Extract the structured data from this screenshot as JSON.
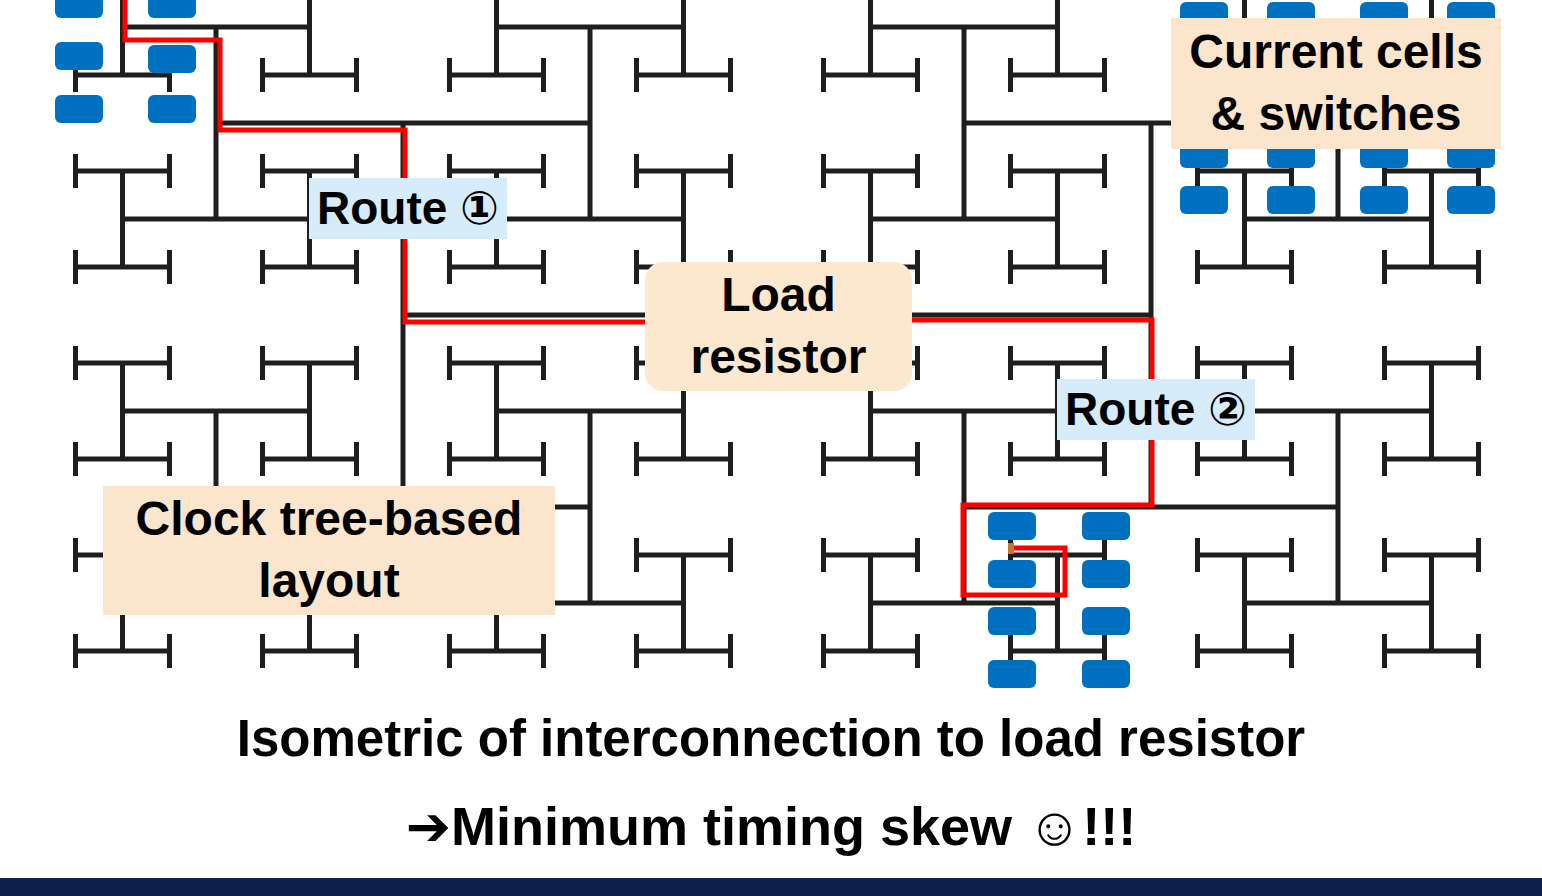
{
  "diagram": {
    "caption": "Isometric of interconnection to load resistor",
    "nodes": [
      {
        "text": [
          "Current cells & switches"
        ]
      },
      {
        "text": [
          "Route ①"
        ]
      },
      {
        "text": [
          "Load resistor"
        ]
      },
      {
        "text": [
          "Route ②"
        ]
      },
      {
        "text": [
          "Clock tree-based layout"
        ]
      }
    ],
    "labels": [
      "➔Minimum timing skew ☺!!!"
    ]
  }
}
